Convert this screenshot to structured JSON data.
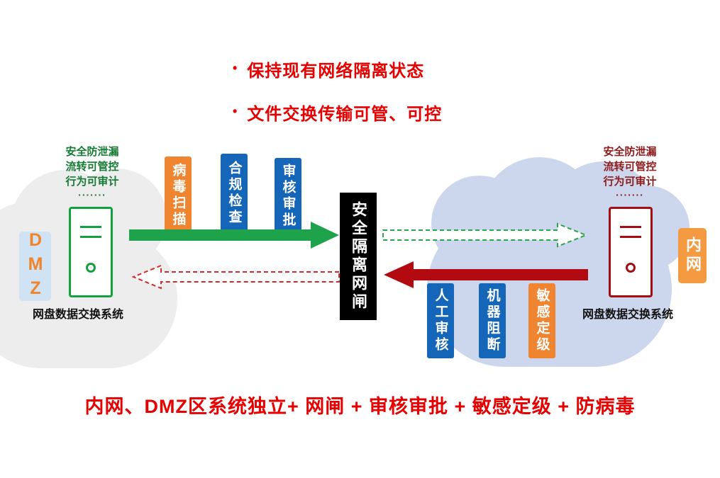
{
  "colors": {
    "highlight_red": "#e60000",
    "green_arrow": "#1ea24b",
    "red_arrow": "#b20a10",
    "blue_badge": "#1566b8",
    "orange_badge": "#ef8530",
    "left_server_green": "#12a13e",
    "right_server_red": "#a60d12",
    "dmz_text_orange": "#f08428",
    "dmz_badge_bg": "#cfe3f4",
    "intranet_badge_bg": "#f49b42",
    "left_cloud": "#ededed",
    "right_cloud": "#ccd6ed",
    "gateway_bg": "#000000"
  },
  "top_bullets": {
    "items": [
      {
        "bullet": "•",
        "text": "保持现有网络隔离状态"
      },
      {
        "bullet": "•",
        "text": "文件交换传输可管、可控"
      }
    ]
  },
  "left_zone": {
    "zone_label": "DMZ",
    "features": [
      "安全防泄漏",
      "流转可管控",
      "行为可审计"
    ],
    "dots": "·······",
    "system_label": "网盘数据交换系统"
  },
  "right_zone": {
    "zone_label": "内网",
    "features": [
      "安全防泄漏",
      "流转可管控",
      "行为可审计"
    ],
    "dots": "·······",
    "system_label": "网盘数据交换系统"
  },
  "gateway": {
    "label": "安全隔离网闸"
  },
  "outbound_badges": [
    {
      "label": "病毒扫描"
    },
    {
      "label": "合规检查"
    },
    {
      "label": "审核审批"
    }
  ],
  "inbound_badges": [
    {
      "label": "人工审核"
    },
    {
      "label": "机器阻断"
    },
    {
      "label": "敏感定级"
    }
  ],
  "bottom_summary": "内网、DMZ区系统独立+ 网闸 + 审核审批 + 敏感定级 + 防病毒"
}
